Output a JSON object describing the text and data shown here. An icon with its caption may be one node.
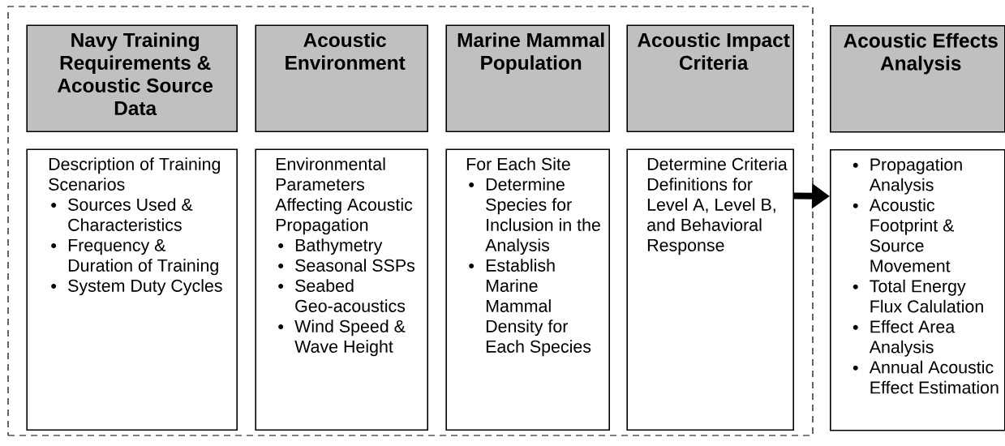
{
  "diagram": {
    "nodes": [
      {
        "text": [],
        "shape": "box"
      },
      {
        "text": [
          "Navy Training Requirements & Acoustic Source Data"
        ],
        "in": 0
      },
      {
        "text": [
          "Description of Training Scenarios",
          "Sources Used & Characteristics",
          "Frequency & Duration of Training",
          "System Duty Cycles"
        ],
        "in": 0
      },
      {
        "text": [
          "Acoustic Environment"
        ],
        "in": 0
      },
      {
        "text": [
          "Environmental Parameters Affecting Acoustic Propagation",
          "Bathymetry",
          "Seasonal SSPs",
          "Seabed Geo-acoustics",
          "Wind Speed & Wave Height"
        ],
        "in": 0
      },
      {
        "text": [
          "Marine Mammal Population"
        ],
        "in": 0
      },
      {
        "text": [
          "For Each Site",
          "Determine Species for Inclusion in the Analysis",
          "Establish Marine Mammal Density for Each Species"
        ],
        "in": 0
      },
      {
        "text": [
          "Acoustic Impact Criteria"
        ],
        "in": 0
      },
      {
        "text": [
          "Determine Criteria Definitions for Level A, Level B, and Behavioral Response"
        ],
        "in": 0
      },
      {
        "text": [
          "Acoustic Effects Analysis"
        ]
      },
      {
        "text": [
          "Propagation Analysis",
          "Acoustic Footprint & Source Movement",
          "Total Energy Flux Calulation",
          "Effect Area Analysis",
          "Annual Acoustic Effect Estimation"
        ]
      }
    ],
    "edges": [
      {
        "from": 8,
        "to": 10,
        "arrow": "to"
      }
    ]
  }
}
